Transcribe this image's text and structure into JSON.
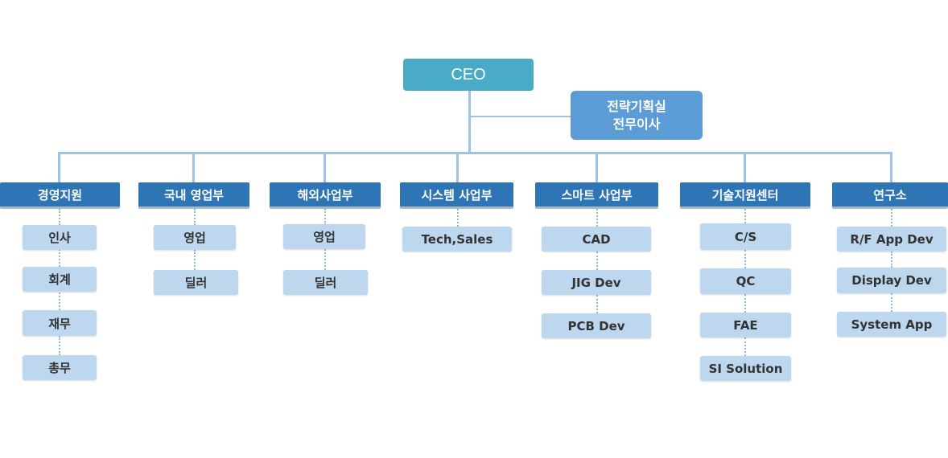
{
  "colors": {
    "ceo_fill": "#4aabc6",
    "strategy_fill": "#5b9bd6",
    "dept_fill": "#2e75b6",
    "sub_fill": "#bdd7ee",
    "connector": "#9ec3e2"
  },
  "ceo": {
    "label": "CEO"
  },
  "strategy": {
    "line1": "전략기획실",
    "line2": "전무이사"
  },
  "departments": [
    {
      "label": "경영지원",
      "units": [
        "인사",
        "회계",
        "재무",
        "총무"
      ]
    },
    {
      "label": "국내 영업부",
      "units": [
        "영업",
        "딜러"
      ]
    },
    {
      "label": "해외사업부",
      "units": [
        "영업",
        "딜러"
      ]
    },
    {
      "label": "시스템 사업부",
      "units": [
        "Tech,Sales"
      ]
    },
    {
      "label": "스마트 사업부",
      "units": [
        "CAD",
        "JIG Dev",
        "PCB Dev"
      ]
    },
    {
      "label": "기술지원센터",
      "units": [
        "C/S",
        "QC",
        "FAE",
        "SI Solution"
      ]
    },
    {
      "label": "연구소",
      "units": [
        "R/F App Dev",
        "Display Dev",
        "System App"
      ]
    }
  ]
}
